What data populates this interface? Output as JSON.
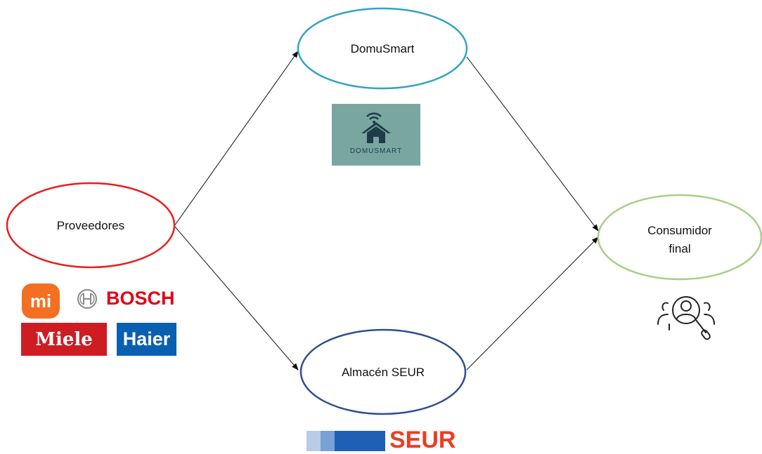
{
  "nodes": {
    "proveedores": {
      "label": "Proveedores",
      "color": "#e5201f"
    },
    "domusmart": {
      "label": "DomuSmart",
      "color": "#33a3c4"
    },
    "almacen": {
      "label": "Almacén SEUR",
      "color": "#2e4f8f"
    },
    "consumidor": {
      "label_line1": "Consumidor",
      "label_line2": "final",
      "color": "#a6cf86"
    }
  },
  "logos": {
    "domusmart": "DOMUSMART",
    "mi": "mi",
    "bosch": "BOSCH",
    "miele": "Miele",
    "haier": "Haier",
    "seur": "SEUR"
  },
  "icons": {
    "domusmart_logo": "smart-home-wifi-icon",
    "consumer": "user-search-icon"
  },
  "edges": [
    {
      "from": "Proveedores",
      "to": "DomuSmart"
    },
    {
      "from": "Proveedores",
      "to": "Almacén SEUR"
    },
    {
      "from": "DomuSmart",
      "to": "Consumidor final"
    },
    {
      "from": "Almacén SEUR",
      "to": "Consumidor final"
    }
  ]
}
